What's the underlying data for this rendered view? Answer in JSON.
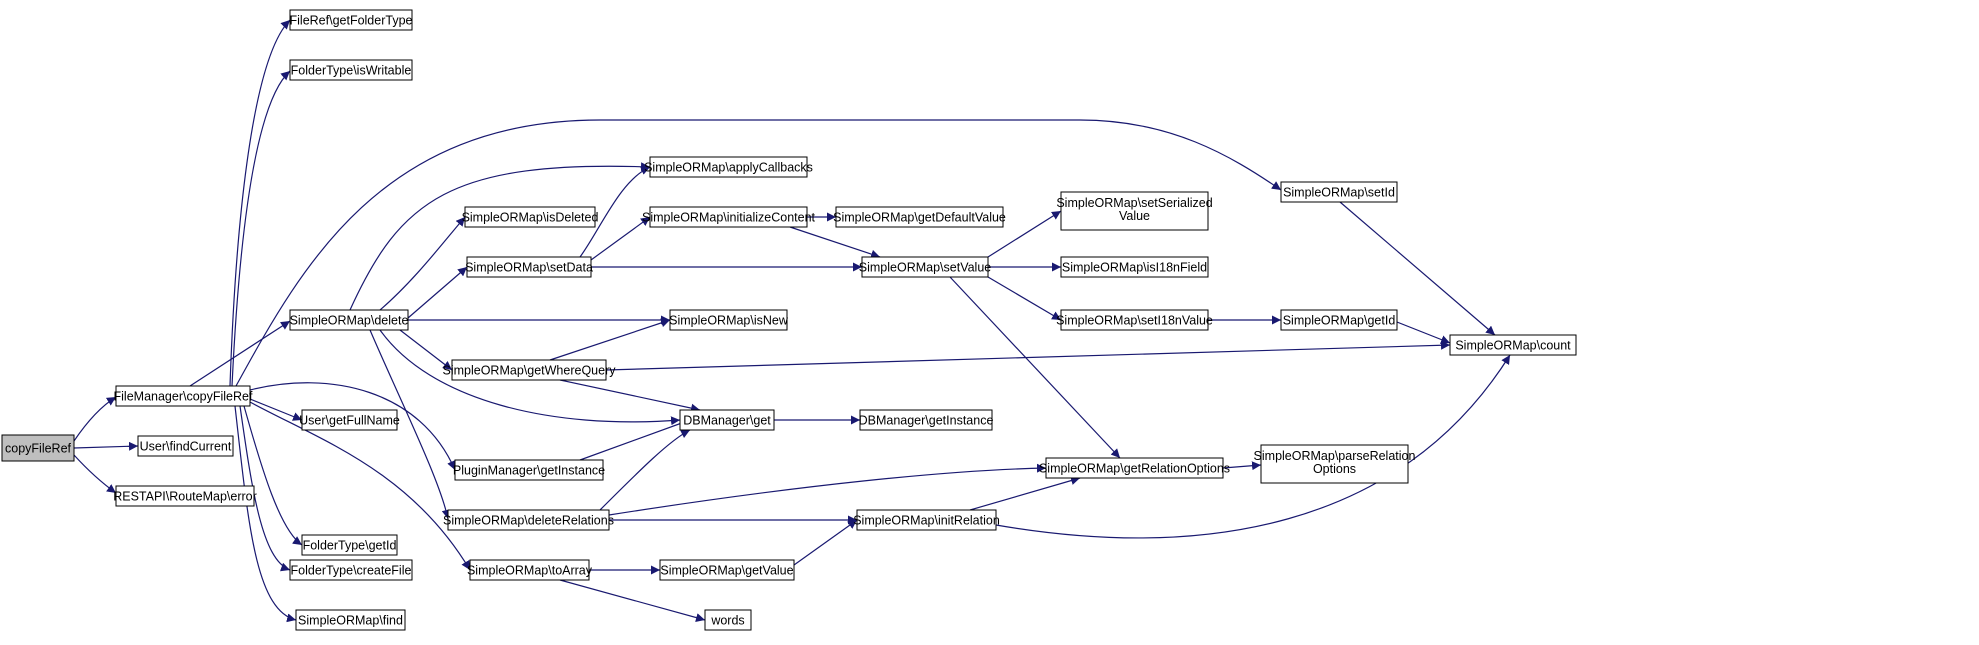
{
  "diagram": {
    "type": "call-graph",
    "edge_color": "#191970",
    "root_fill": "#bfbfbf",
    "nodes": [
      {
        "id": "n0",
        "label": "copyFileRef",
        "root": true
      },
      {
        "id": "n1",
        "label": "FileManager\\copyFileRef"
      },
      {
        "id": "n2",
        "label": "User\\findCurrent"
      },
      {
        "id": "n3",
        "label": "RESTAPI\\RouteMap\\error"
      },
      {
        "id": "n4",
        "label": "FileRef\\getFolderType"
      },
      {
        "id": "n5",
        "label": "FolderType\\isWritable"
      },
      {
        "id": "n6",
        "label": "SimpleORMap\\delete"
      },
      {
        "id": "n7",
        "label": "User\\getFullName"
      },
      {
        "id": "n8",
        "label": "FolderType\\getId"
      },
      {
        "id": "n9",
        "label": "FolderType\\createFile"
      },
      {
        "id": "n10",
        "label": "SimpleORMap\\find"
      },
      {
        "id": "n11",
        "label": "SimpleORMap\\applyCallbacks"
      },
      {
        "id": "n12",
        "label": "SimpleORMap\\isDeleted"
      },
      {
        "id": "n13",
        "label": "SimpleORMap\\initializeContent"
      },
      {
        "id": "n14",
        "label": "SimpleORMap\\setData"
      },
      {
        "id": "n15",
        "label": "SimpleORMap\\isNew"
      },
      {
        "id": "n16",
        "label": "SimpleORMap\\getWhereQuery"
      },
      {
        "id": "n17",
        "label": "DBManager\\get"
      },
      {
        "id": "n18",
        "label": "PluginManager\\getInstance"
      },
      {
        "id": "n19",
        "label": "SimpleORMap\\deleteRelations"
      },
      {
        "id": "n20",
        "label": "SimpleORMap\\toArray"
      },
      {
        "id": "n21",
        "label": "SimpleORMap\\getDefaultValue"
      },
      {
        "id": "n22",
        "label": "SimpleORMap\\setValue"
      },
      {
        "id": "n23",
        "label": "DBManager\\getInstance"
      },
      {
        "id": "n24",
        "label": "SimpleORMap\\getValue"
      },
      {
        "id": "n25",
        "label": "words"
      },
      {
        "id": "n26",
        "label": "SimpleORMap\\setSerialized Value"
      },
      {
        "id": "n27",
        "label": "SimpleORMap\\isI18nField"
      },
      {
        "id": "n28",
        "label": "SimpleORMap\\setI18nValue"
      },
      {
        "id": "n29",
        "label": "SimpleORMap\\getRelationOptions"
      },
      {
        "id": "n30",
        "label": "SimpleORMap\\initRelation"
      },
      {
        "id": "n31",
        "label": "SimpleORMap\\setId"
      },
      {
        "id": "n32",
        "label": "SimpleORMap\\getId"
      },
      {
        "id": "n33",
        "label": "SimpleORMap\\parseRelation Options"
      },
      {
        "id": "n34",
        "label": "SimpleORMap\\count"
      }
    ]
  }
}
